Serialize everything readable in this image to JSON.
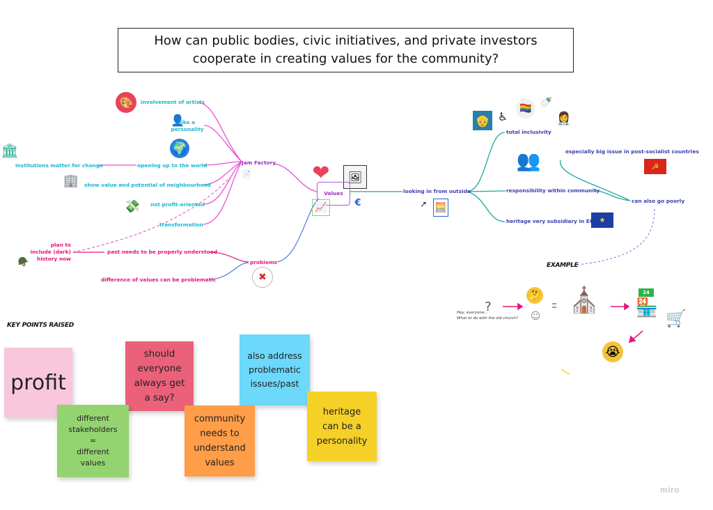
{
  "question": "How can public bodies, civic initiatives, and private investors cooperate in creating values for the community?",
  "nodes": {
    "involvement_of_artists": "involvement of artists",
    "like_a_personality": "like a\npersonality",
    "institutions_matter": "institutions matter for change",
    "opening_up": "opening up to the world",
    "show_value": "show value and potential of neighbourhood",
    "not_profit": "not profit-oriented",
    "transformation": "transformation",
    "jam_factory": "Jam Factory",
    "values": "Values",
    "plan_to_include": "plan to\ninclude (dark)\nhistory now",
    "past_needs": "past needs to be properly understood",
    "problems": "problems",
    "difference_values": "difference of values can be problematic",
    "looking_in": "looking in from outside",
    "total_inclusivity": "total inclusivity",
    "especially_big": "especially big issue in post-socialist countries",
    "responsibility": "responsibility within community",
    "can_go_poorly": "can also go poorly",
    "heritage_subsidiary": "heritage very subsidiary in EU"
  },
  "example": {
    "heading": "EXAMPLE",
    "note": "Hey, everyone...\nWhat to do with the old church?",
    "shop_sign": "24"
  },
  "key_points": {
    "heading": "KEY POINTS RAISED",
    "stickies": [
      {
        "text": "profit",
        "color": "#f8c7dc"
      },
      {
        "text": "different\nstakeholders\n=\ndifferent\nvalues",
        "color": "#94d470"
      },
      {
        "text": "should\neveryone\nalways get\na say?",
        "color": "#ea6179"
      },
      {
        "text": "community\nneeds to\nunderstand\nvalues",
        "color": "#ff9d48"
      },
      {
        "text": "also address\nproblematic\nissues/past",
        "color": "#6cd8fa"
      },
      {
        "text": "heritage\ncan be a\npersonality",
        "color": "#f5d128"
      }
    ]
  },
  "icons": {
    "palette": "🎨",
    "person": "👤",
    "globe": "🌍",
    "bank": "🏛",
    "building": "🏢",
    "no_money": "💸",
    "tank": "🪖",
    "doc": "📄",
    "heart": "❤",
    "portrait": "🖼",
    "chart": "📈",
    "euro": "€",
    "cross": "✖",
    "export": "↗",
    "calculator": "🧮",
    "old_person": "👴",
    "wheelchair": "♿",
    "pride": "🏳‍🌈",
    "stroller": "🍼",
    "doctor": "👩‍⚕",
    "people": "👥",
    "ussr_flag": "☭",
    "eu_flag": "★",
    "thinking": "🤔",
    "person_outline": "☺",
    "question_mark": "?",
    "church": "⛪",
    "shop": "🏪",
    "cart": "🛒",
    "crying": "😭"
  },
  "brand": "miro",
  "colors": {
    "pink": "#e3177b",
    "cyan": "#1fb4cf",
    "navy": "#3a3fae",
    "purple": "#9a2fc1",
    "teal": "#1aa89a"
  }
}
